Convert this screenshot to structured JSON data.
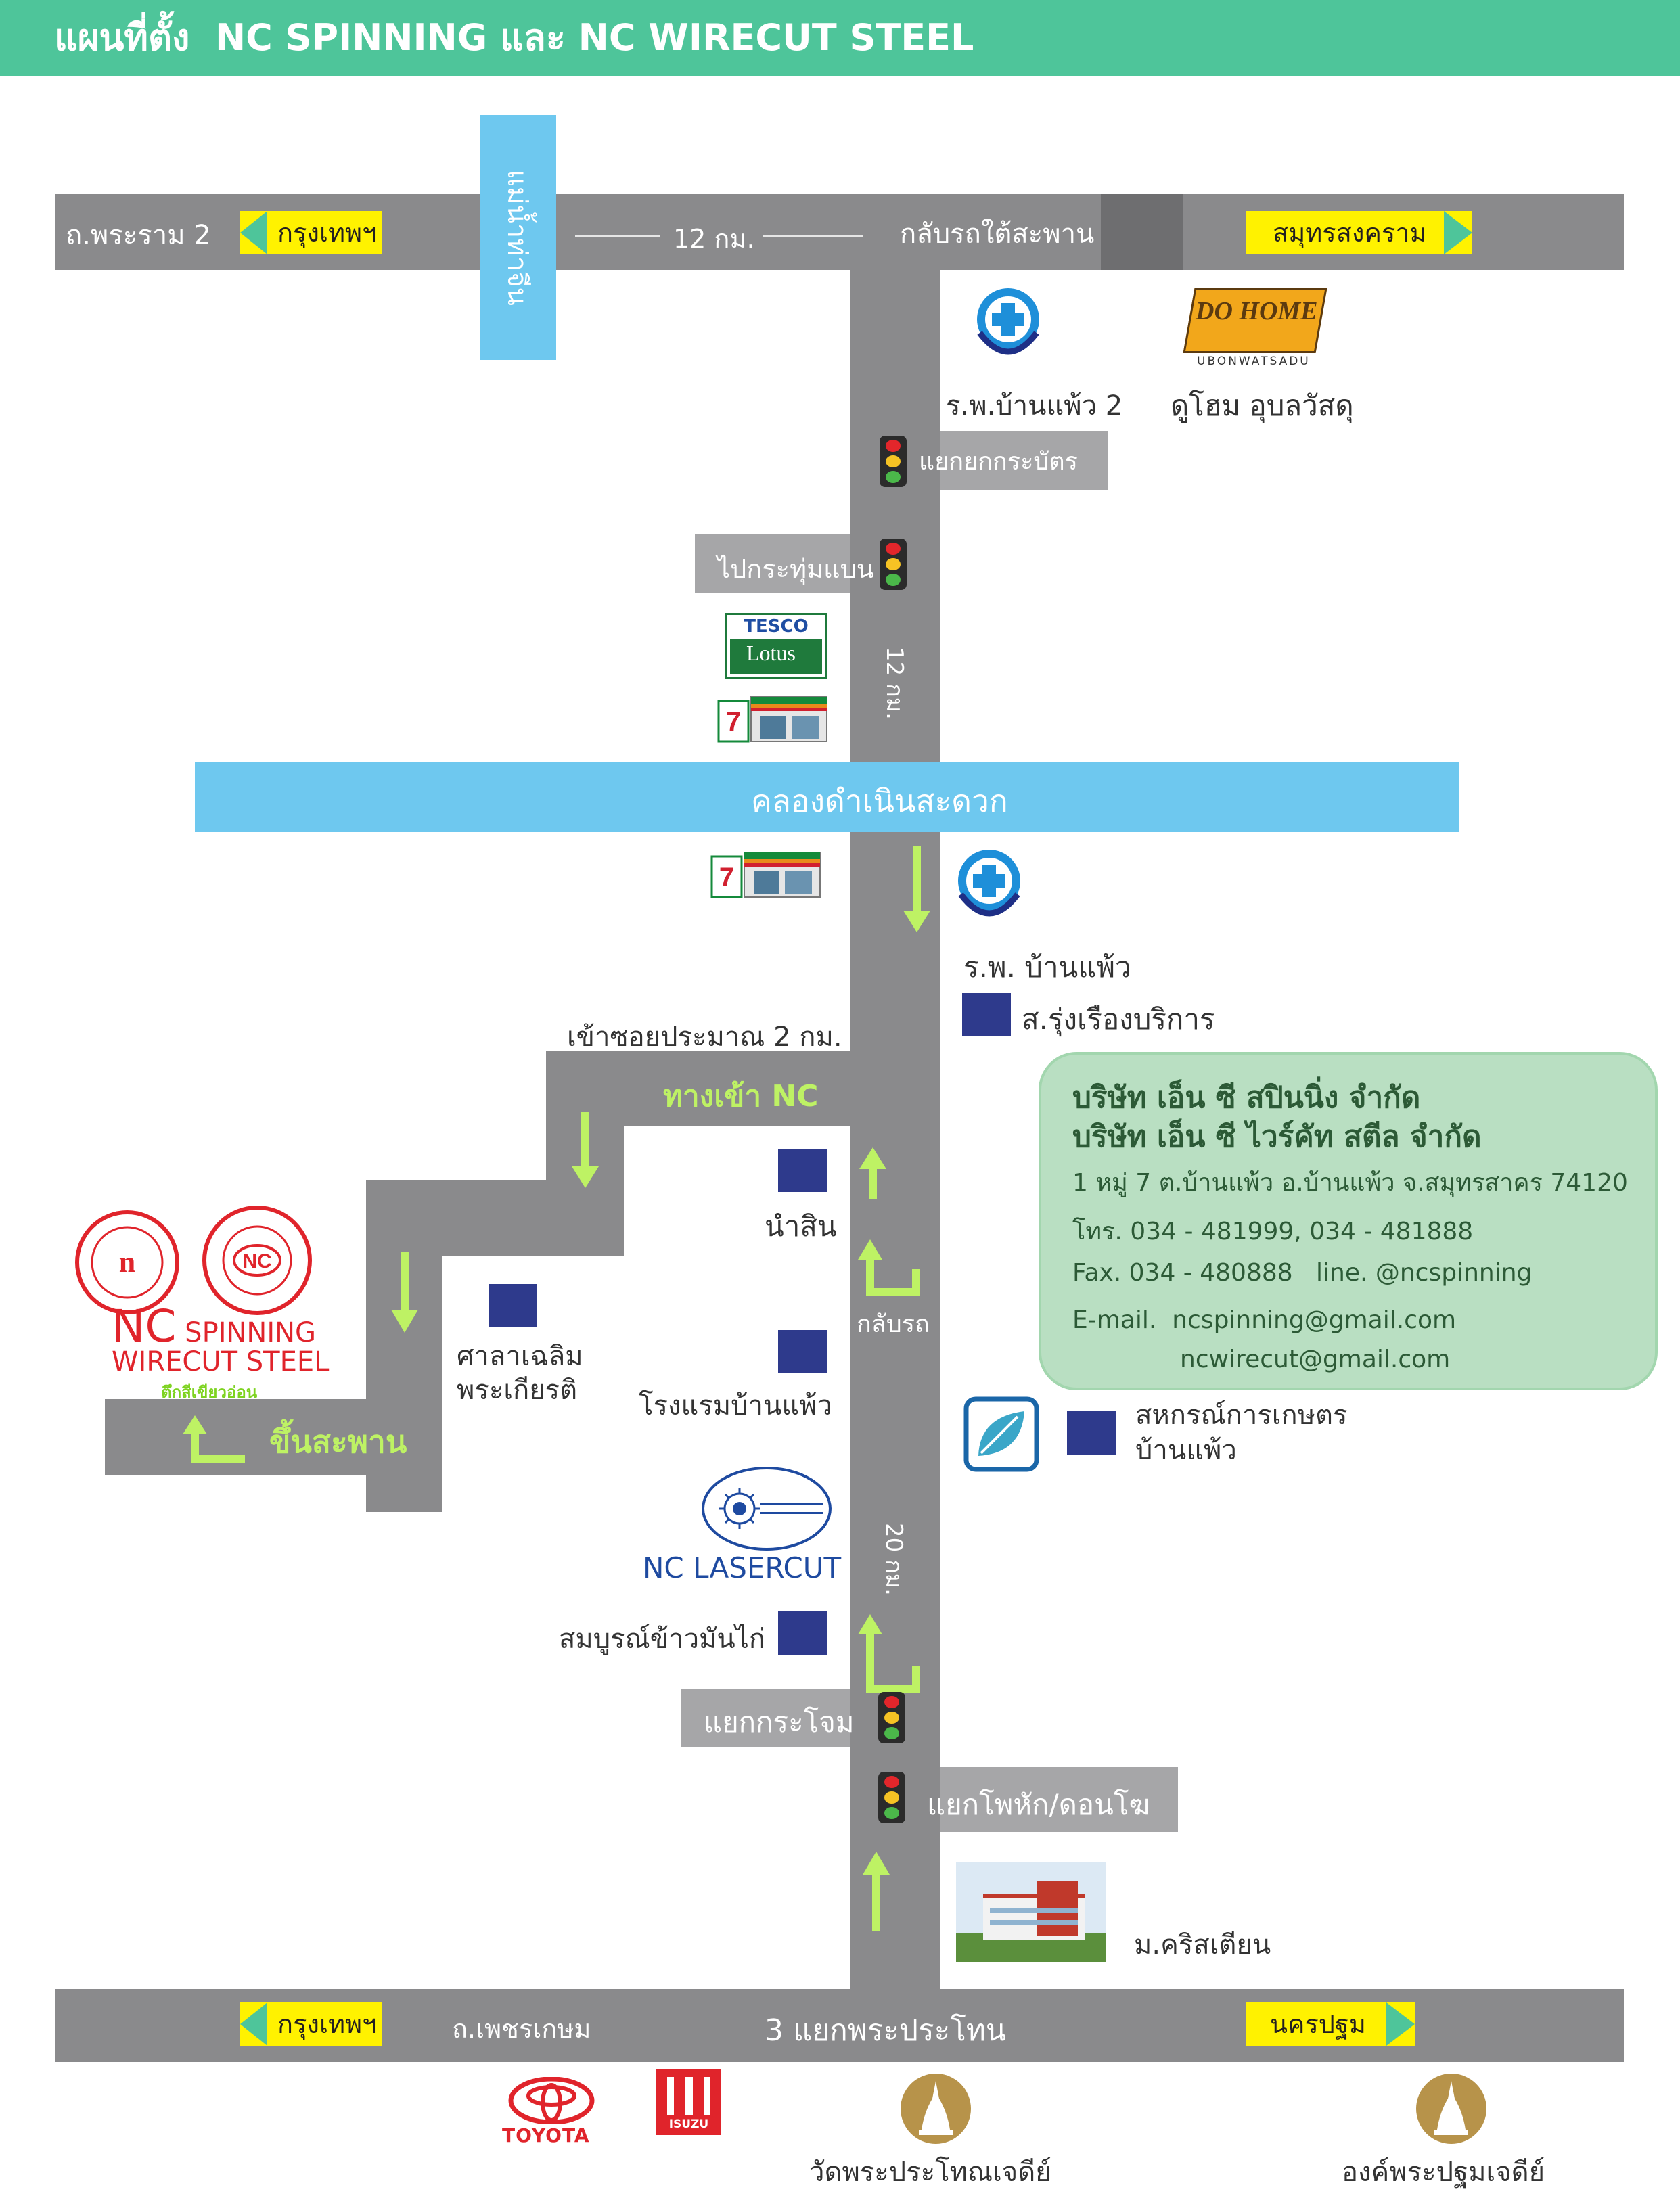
{
  "header": {
    "title": "แผนที่ตั้ง  NC SPINNING และ NC WIRECUT STEEL"
  },
  "roads": {
    "top_road_name": "ถ.พระราม 2",
    "top_distance": "12 กม.",
    "u_turn_under_bridge": "กลับรถใต้สะพาน",
    "bottom_road_name": "ถ.เพชรเกษม",
    "bottom_junction": "3 แยกพระประโทน",
    "vertical_distance_upper": "12 กม.",
    "vertical_distance_lower": "20 กม.",
    "soi_distance": "เข้าซอยประมาณ 2 กม.",
    "nc_entrance": "ทางเข้า NC",
    "up_bridge": "ขึ้นสะพาน",
    "u_turn": "กลับรถ"
  },
  "signs": {
    "bangkok_top": "กรุงเทพฯ",
    "samut_songkhram": "สมุทรสงคราม",
    "bangkok_bottom": "กรุงเทพฯ",
    "nakhon_pathom": "นครปฐม"
  },
  "water": {
    "river": "แม่น้ำท่าจีน",
    "canal": "คลองดำเนินสะดวก"
  },
  "junctions": {
    "kok_krabat": "แยกยกกระบัตร",
    "to_krathum_baen": "ไปกระทุ่มแบน",
    "krachom": "แยกกระโจม",
    "pho_hak": "แยกโพหัก/ดอนโฆ"
  },
  "landmarks": {
    "hospital_2": "ร.พ.บ้านแพ้ว 2",
    "dohome": "ดูโฮม อุบลวัสดุ",
    "dohome_logo": "DO HOME",
    "dohome_sub": "UBONWATSADU",
    "tesco_top": "TESCO",
    "tesco_bottom": "Lotus",
    "hospital": "ร.พ. บ้านแพ้ว",
    "rung_rueang": "ส.รุ่งเรืองบริการ",
    "nam_sin": "นำสิน",
    "sala": "ศาลาเฉลิม\nพระเกียรติ",
    "hotel": "โรงแรมบ้านแพ้ว",
    "cooperative": "สหกรณ์การเกษตร\nบ้านแพ้ว",
    "nc_lasercut": "NC LASERCUT",
    "somboon": "สมบูรณ์ข้าวมันไก่",
    "christian_uni": "ม.คริสเตียน",
    "toyota": "TOYOTA",
    "isuzu": "ISUZU",
    "wat_pra_prathon": "วัดพระประโทณเจดีย์",
    "phra_pathom": "องค์พระปฐมเจดีย์"
  },
  "nc_building": {
    "line1_a": "NC",
    "line1_b": " SPINNING",
    "line2": "WIRECUT STEEL",
    "line3": "ตึกสีเขียวอ่อน"
  },
  "company": {
    "name1": "บริษัท เอ็น ซี สปินนิ่ง จำกัด",
    "name2": "บริษัท เอ็น ซี ไวร์คัท สตีล จำกัด",
    "address": "1 หมู่ 7 ต.บ้านแพ้ว อ.บ้านแพ้ว จ.สมุทรสาคร 74120",
    "tel": "โทร. 034 - 481999, 034 - 481888",
    "fax": "Fax. 034 - 480888   line. @ncspinning",
    "email1": "E-mail.  ncspinning@gmail.com",
    "email2": "ncwirecut@gmail.com"
  },
  "colors": {
    "header": "#4ec59a",
    "road": "#8a8a8c",
    "water": "#6ec8ef",
    "sign": "#fff200",
    "arrow": "#bef264",
    "poi_square": "#2e3a8c",
    "card": "#b9dfc2",
    "nc_red": "#e0242b"
  }
}
